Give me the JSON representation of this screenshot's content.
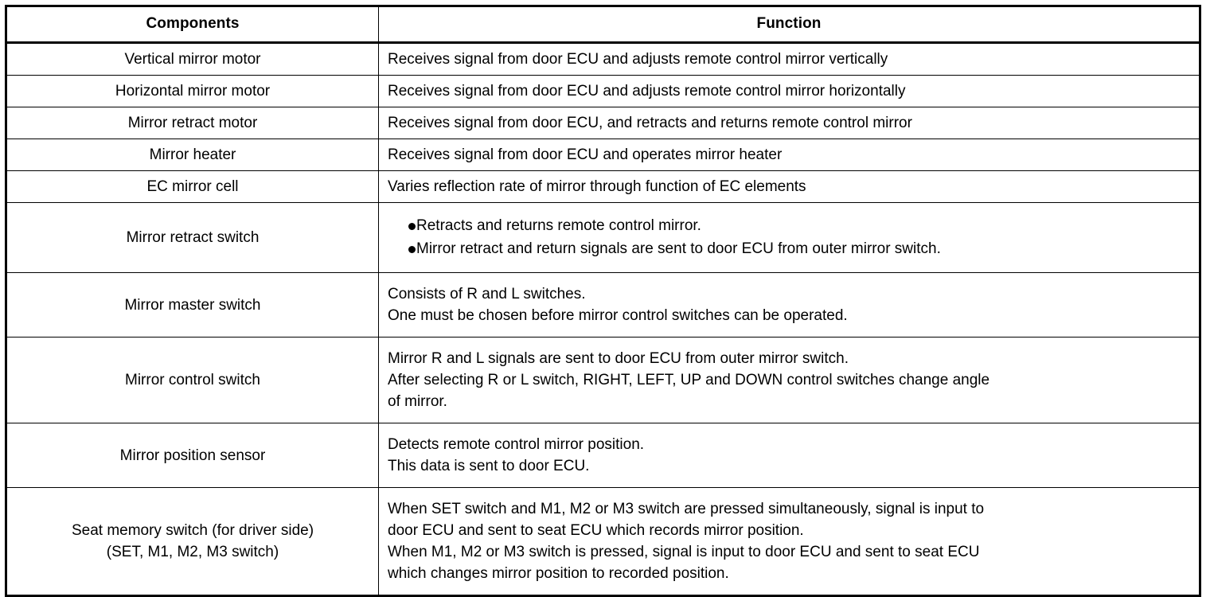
{
  "table": {
    "headers": {
      "components": "Components",
      "function": "Function"
    },
    "rows": [
      {
        "component": "Vertical mirror motor",
        "function": "Receives signal from door ECU and adjusts remote control mirror vertically"
      },
      {
        "component": "Horizontal mirror motor",
        "function": "Receives signal from door ECU and adjusts remote control mirror horizontally"
      },
      {
        "component": "Mirror retract motor",
        "function": "Receives signal from door ECU, and retracts and returns remote control mirror"
      },
      {
        "component": "Mirror heater",
        "function": "Receives signal from door ECU and operates mirror heater"
      },
      {
        "component": "EC mirror cell",
        "function": "Varies reflection rate of mirror through function of EC elements"
      },
      {
        "component": "Mirror retract switch",
        "bullets": [
          "Retracts and returns remote control mirror.",
          "Mirror retract and return signals are sent to door ECU from outer mirror switch."
        ]
      },
      {
        "component": "Mirror master switch",
        "function": "Consists of R and L switches.\nOne must be chosen before mirror control switches can be operated."
      },
      {
        "component": "Mirror control switch",
        "function": "Mirror R and L signals are sent to door ECU from outer mirror switch.\nAfter selecting R or L switch, RIGHT, LEFT, UP and DOWN control switches change angle\nof mirror."
      },
      {
        "component": "Mirror position sensor",
        "function": "Detects remote control mirror position.\nThis data is sent to door ECU."
      },
      {
        "component": "Seat memory switch (for driver side)\n(SET, M1, M2, M3 switch)",
        "function": "When SET switch and M1, M2 or M3 switch are pressed simultaneously, signal is input to\ndoor ECU and sent to seat ECU which records mirror position.\nWhen M1, M2 or M3 switch is pressed, signal is input to door ECU and sent to seat ECU\nwhich changes mirror position to recorded position."
      }
    ]
  }
}
